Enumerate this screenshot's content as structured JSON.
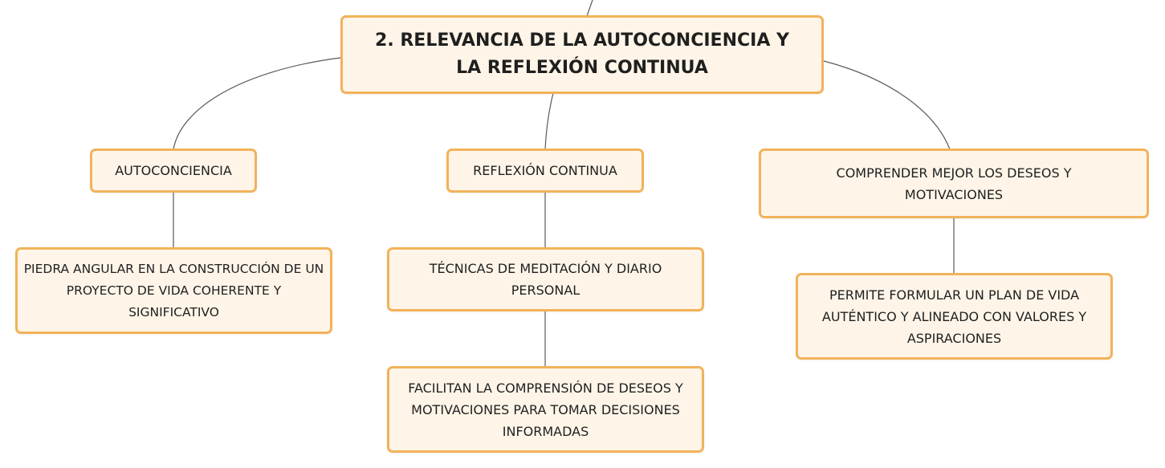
{
  "diagram": {
    "central": "2. RELEVANCIA DE LA AUTOCONCIENCIA Y LA REFLEXIÓN CONTINUA",
    "branches": [
      {
        "label": "AUTOCONCIENCIA",
        "children": [
          "PIEDRA ANGULAR EN LA CONSTRUCCIÓN DE UN PROYECTO DE VIDA COHERENTE Y SIGNIFICATIVO"
        ]
      },
      {
        "label": "REFLEXIÓN CONTINUA",
        "children": [
          "TÉCNICAS DE MEDITACIÓN Y DIARIO PERSONAL",
          "FACILITAN LA COMPRENSIÓN DE DESEOS Y MOTIVACIONES PARA TOMAR DECISIONES INFORMADAS"
        ]
      },
      {
        "label": "COMPRENDER MEJOR LOS DESEOS Y MOTIVACIONES",
        "children": [
          "PERMITE FORMULAR UN PLAN DE VIDA AUTÉNTICO Y ALINEADO CON VALORES Y ASPIRACIONES"
        ]
      }
    ]
  },
  "colors": {
    "node_border": "#f2b25a",
    "node_fill": "#fef5e8",
    "connector": "#5a5a5a",
    "text": "#1f1f1f"
  }
}
